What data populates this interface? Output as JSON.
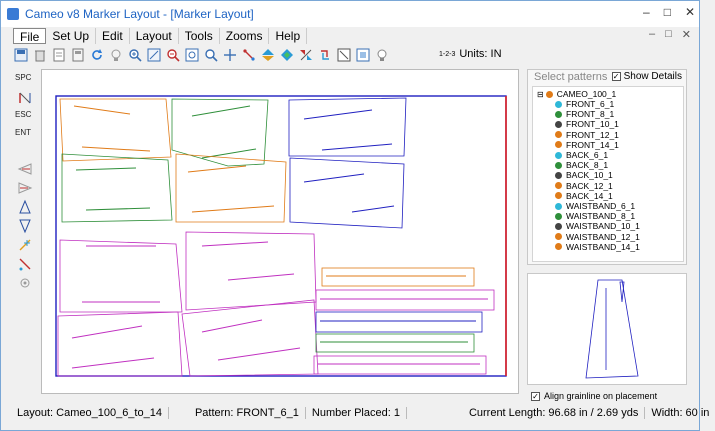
{
  "window": {
    "title": "Cameo v8 Marker Layout - [Marker Layout]",
    "controls": [
      "–",
      "□",
      "✕"
    ]
  },
  "menu": {
    "items": [
      "File",
      "Set Up",
      "Edit",
      "Layout",
      "Tools",
      "Zooms",
      "Help"
    ]
  },
  "mdi_controls": [
    "–",
    "□",
    "✕"
  ],
  "toolbar": {
    "icons": [
      "save-icon",
      "delete-icon",
      "document-icon",
      "report-icon",
      "refresh-icon",
      "bulb-icon",
      "zoom-in-icon",
      "zoom-fit-icon",
      "zoom-out-icon",
      "zoom-region-icon",
      "zoom-window-icon",
      "pan-icon",
      "nest-icon",
      "flip-vertical-icon",
      "rotate-icon",
      "flip-horizontal-icon",
      "swap-icon",
      "boundary-icon",
      "fit-icon",
      "bulb-off-icon"
    ],
    "units_label": "1-2-3",
    "units_text": "Units: IN"
  },
  "leftbar": {
    "texts": [
      "SPC",
      "ESC",
      "ENT"
    ]
  },
  "panel": {
    "title": "Select patterns",
    "show_details": "Show Details",
    "root": "CAMEO_100_1",
    "items": [
      {
        "label": "FRONT_6_1",
        "color": "#2fb8d8"
      },
      {
        "label": "FRONT_8_1",
        "color": "#2f8f3a"
      },
      {
        "label": "FRONT_10_1",
        "color": "#444444"
      },
      {
        "label": "FRONT_12_1",
        "color": "#e07b18"
      },
      {
        "label": "FRONT_14_1",
        "color": "#e07b18"
      },
      {
        "label": "BACK_6_1",
        "color": "#2fb8d8"
      },
      {
        "label": "BACK_8_1",
        "color": "#2f8f3a"
      },
      {
        "label": "BACK_10_1",
        "color": "#444444"
      },
      {
        "label": "BACK_12_1",
        "color": "#e07b18"
      },
      {
        "label": "BACK_14_1",
        "color": "#e07b18"
      },
      {
        "label": "WAISTBAND_6_1",
        "color": "#2fb8d8"
      },
      {
        "label": "WAISTBAND_8_1",
        "color": "#2f8f3a"
      },
      {
        "label": "WAISTBAND_10_1",
        "color": "#444444"
      },
      {
        "label": "WAISTBAND_12_1",
        "color": "#e07b18"
      },
      {
        "label": "WAISTBAND_14_1",
        "color": "#e07b18"
      }
    ]
  },
  "align_label": "Align grainline on placement",
  "status": {
    "layout": "Layout: Cameo_100_6_to_14",
    "pattern": "Pattern: FRONT_6_1",
    "placed": "Number Placed: 1",
    "length": "Current Length: 96.68 in / 2.69 yds",
    "width": "Width: 60 in"
  },
  "colors": {
    "title": "#1e63c3",
    "marker_border": "#2020c0",
    "marker_end": "#e02020"
  }
}
